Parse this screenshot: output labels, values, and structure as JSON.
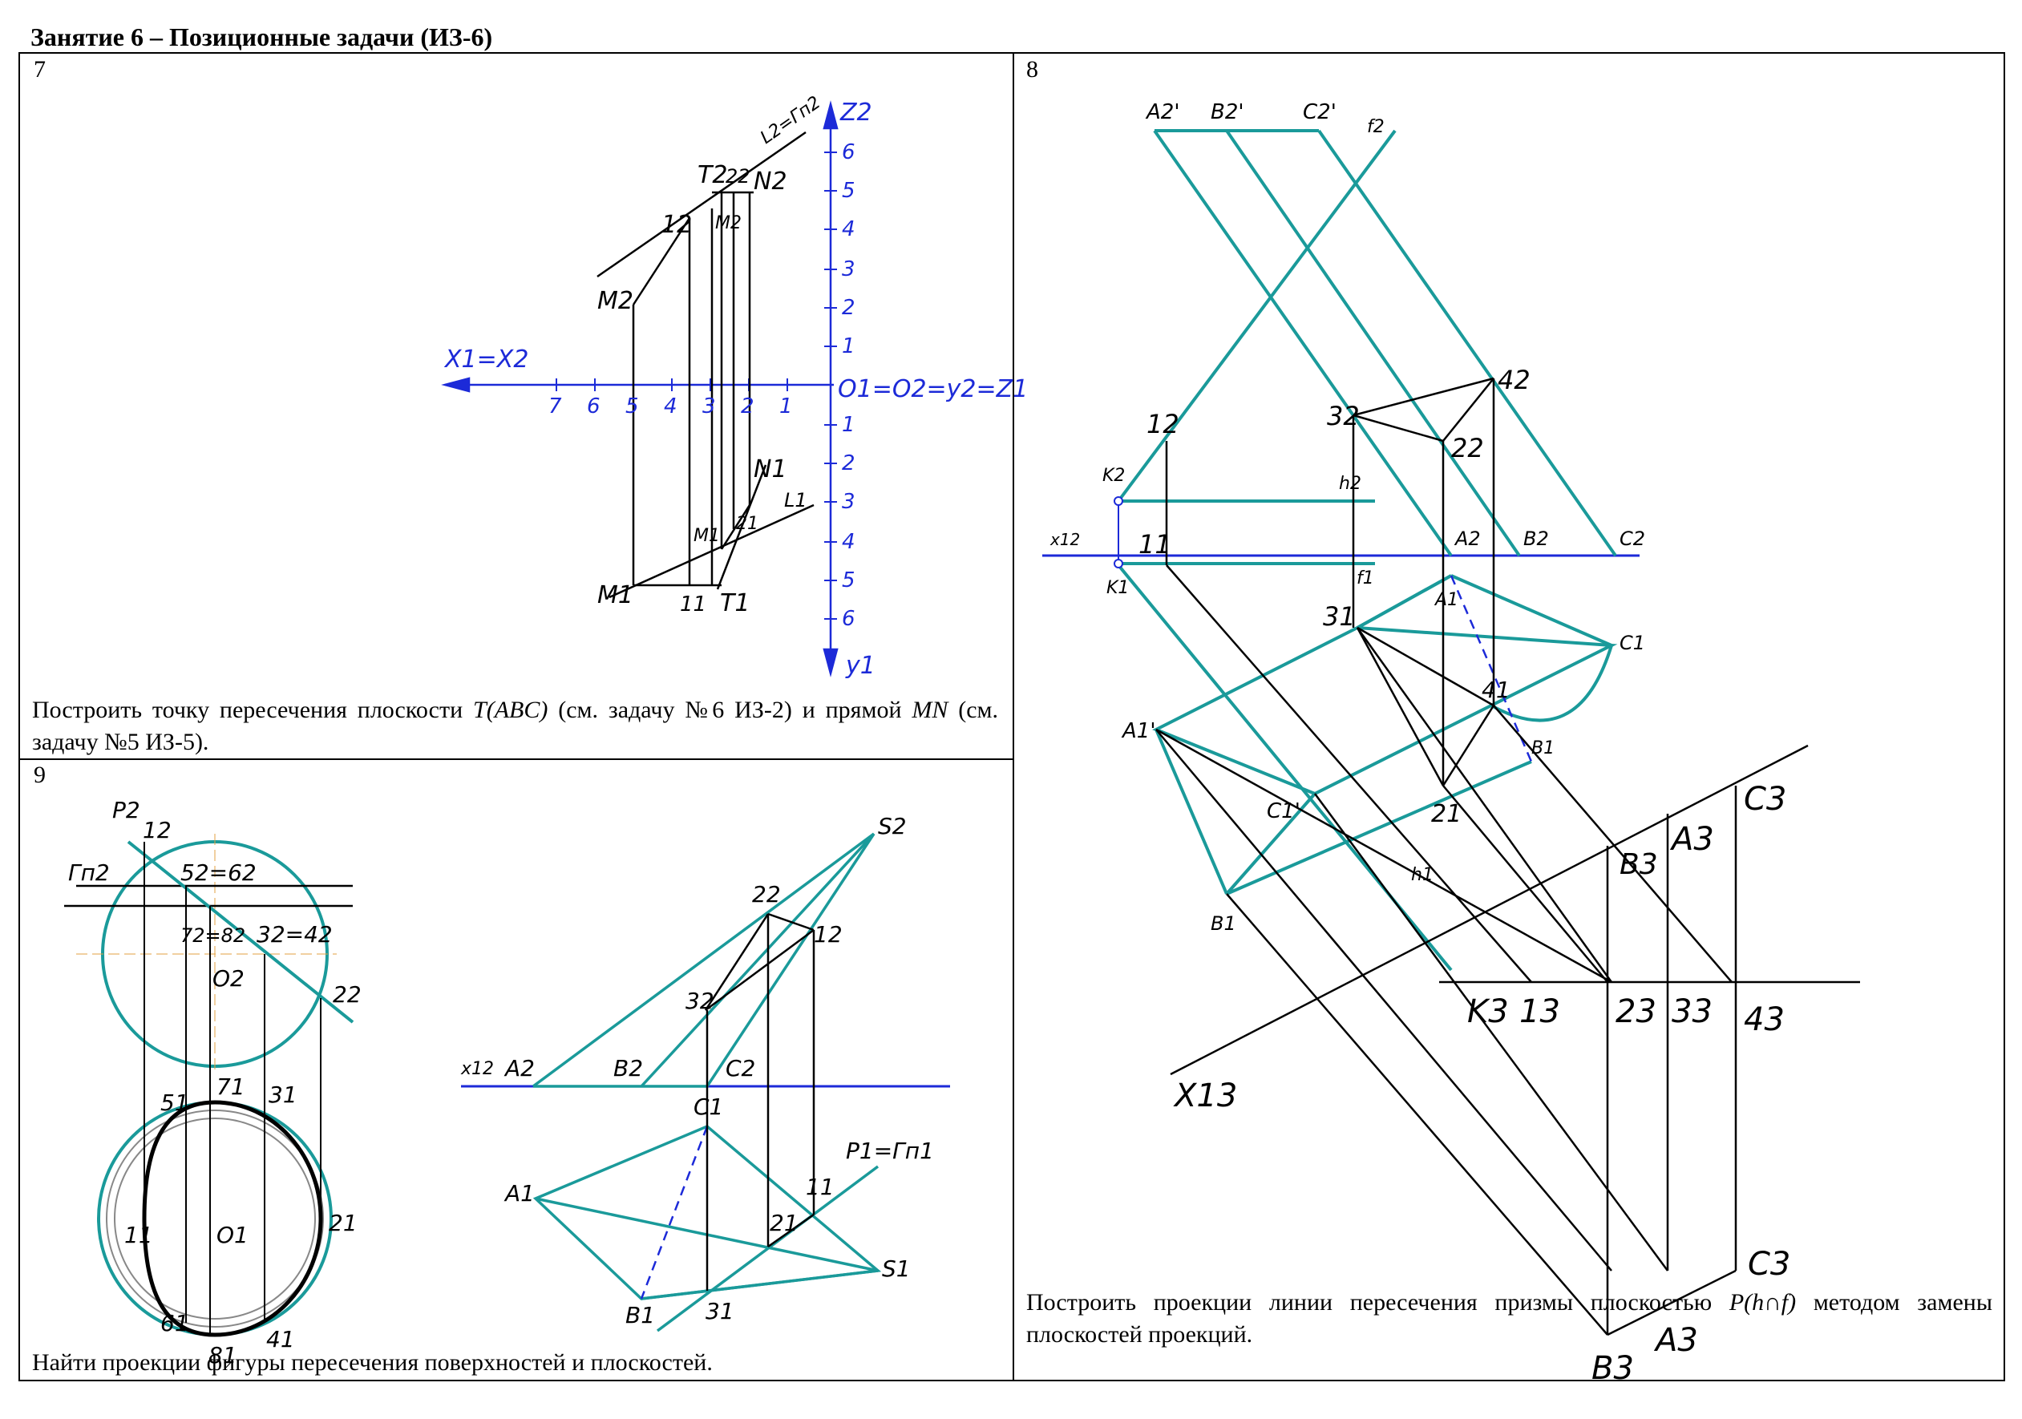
{
  "page": {
    "title": "Занятие 6 – Позиционные задачи (ИЗ-6)"
  },
  "task7": {
    "number": "7",
    "text_1": "Построить точку пересечения плоскости ",
    "text_plane": "T(ABC)",
    "text_2": " (см. задачу №6 ИЗ-2) и прямой ",
    "text_line": "MN",
    "text_3": " (см. задачу №5 ИЗ-5).",
    "labels": {
      "z_axis": "Z2",
      "y_axis": "y1",
      "x_axis": "X1=X2",
      "origin": "O1=O2=y2=Z1",
      "L2": "L2=Гп2",
      "L1": "L1",
      "T2": "T2",
      "twoN": "22",
      "N2": "N2",
      "one2": "12",
      "M2prime": "M2",
      "M2": "M2",
      "N1": "N1",
      "two1": "21",
      "M1prime": "M1",
      "M1": "M1",
      "one1": "11",
      "T1": "T1"
    },
    "x_ticks": [
      "7",
      "6",
      "5",
      "4",
      "3",
      "2",
      "1"
    ],
    "z_ticks": [
      "6",
      "5",
      "4",
      "3",
      "2",
      "1"
    ],
    "y_ticks": [
      "1",
      "2",
      "3",
      "4",
      "5",
      "6"
    ]
  },
  "task8": {
    "number": "8",
    "text_1": "Построить проекции линии пересечения призмы плоскостью ",
    "text_plane": "P(h∩f)",
    "text_2": " методом замены плоскостей проекций.",
    "labels": {
      "A2p": "A2'",
      "B2p": "B2'",
      "C2p": "C2'",
      "f2": "f2",
      "four2": "42",
      "three2": "32",
      "two2": "22",
      "one2": "12",
      "K2": "K2",
      "h2": "h2",
      "x12": "x12",
      "one1": "11",
      "A2": "A2",
      "B2": "B2",
      "C2": "C2",
      "K1": "K1",
      "f1": "f1",
      "A1": "A1",
      "three1": "31",
      "four1": "41",
      "C1": "C1",
      "A1p": "A1'",
      "B1": "B1",
      "C1p": "C1'",
      "two1": "21",
      "B1b": "B1",
      "h1": "h1",
      "C3": "C3",
      "A3": "A3",
      "B3": "B3",
      "K3": "K3",
      "one3": "13",
      "two3": "23",
      "three3": "33",
      "four3": "43",
      "x13": "X13",
      "C3b": "C3",
      "A3b": "A3",
      "B3b": "B3"
    }
  },
  "task9": {
    "number": "9",
    "text": "Найти проекции фигуры пересечения поверхностей и плоскостей.",
    "labels": {
      "P2": "P2",
      "one2": "12",
      "Gp2": "Гп2",
      "five2six2": "52=62",
      "seven2eight2": "72=82",
      "three2four2": "32=42",
      "O2": "O2",
      "two2": "22",
      "seven1": "71",
      "five1": "51",
      "three1": "31",
      "one1": "11",
      "O1": "O1",
      "two1": "21",
      "six1": "61",
      "eight1": "81",
      "four1": "41",
      "S2": "S2",
      "two2b": "22",
      "one2b": "12",
      "three2b": "32",
      "x12": "x12",
      "A2": "A2",
      "B2": "B2",
      "C2": "C2",
      "C1": "C1",
      "P1": "P1=Гп1",
      "A1": "A1",
      "one1b": "11",
      "two1b": "21",
      "S1": "S1",
      "B1": "B1",
      "three1b": "31"
    }
  },
  "colors": {
    "teal": "#1a9a9a",
    "blue": "#1c2ad8",
    "black": "#000000"
  }
}
